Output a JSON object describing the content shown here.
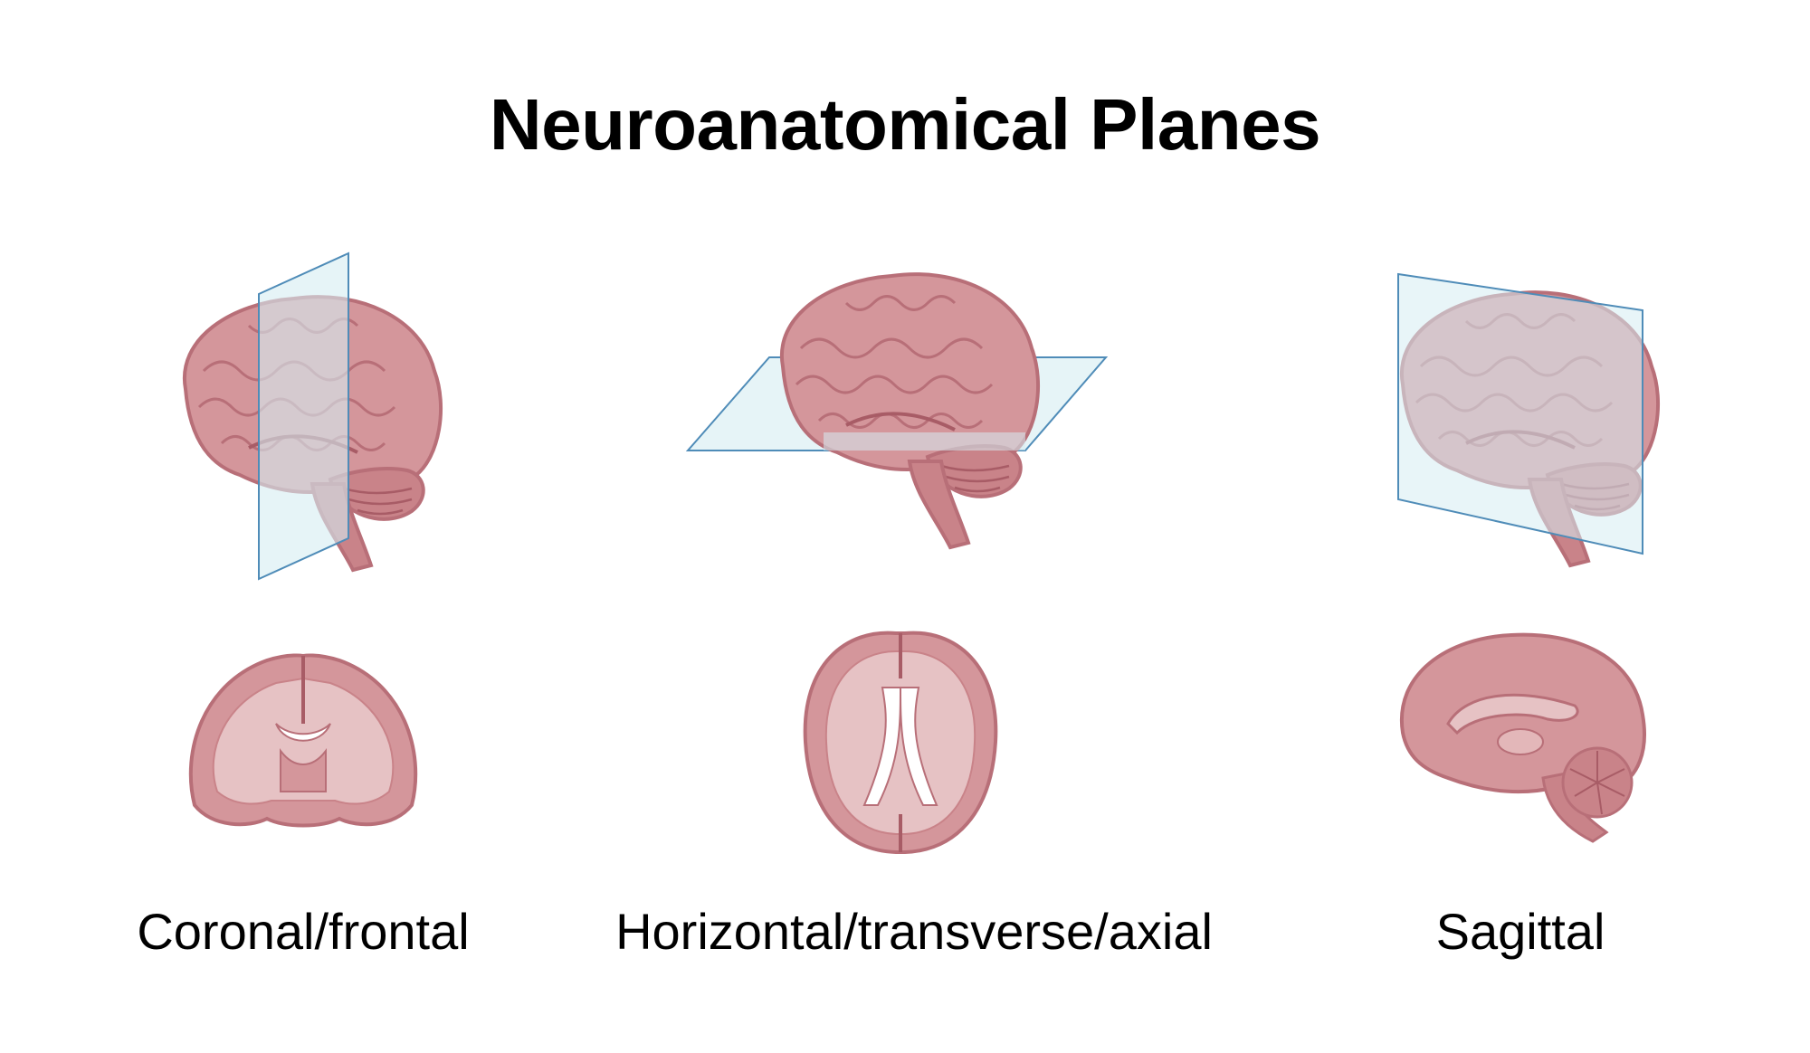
{
  "title": "Neuroanatomical Planes",
  "planes": [
    {
      "id": "coronal",
      "label": "Coronal/frontal"
    },
    {
      "id": "horizontal",
      "label": "Horizontal/transverse/axial"
    },
    {
      "id": "sagittal",
      "label": "Sagittal"
    }
  ],
  "colors": {
    "brain_fill": "#d4969b",
    "brain_dark": "#b86f78",
    "brain_light": "#e3b7b9",
    "white_matter": "#e6c2c4",
    "plane_fill": "#d5ecf2",
    "plane_edge": "#4f8cb8"
  }
}
